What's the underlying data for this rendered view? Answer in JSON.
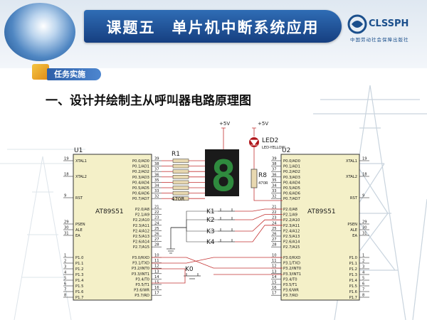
{
  "header": {
    "title": "课题五　单片机中断系统应用",
    "logo_text": "CLSSPH",
    "logo_sub": "中国劳动社会保障出版社"
  },
  "badge": {
    "label": "任务实施"
  },
  "heading": "一、设计并绘制主从呼叫器电路原理图",
  "schematic": {
    "u1": {
      "ref": "U1",
      "name": "AT89S51",
      "left_pins": [
        {
          "num": "19",
          "name": "XTAL1"
        },
        {
          "num": "18",
          "name": "XTAL2"
        },
        {
          "num": "9",
          "name": "RST"
        },
        {
          "num": "29",
          "name": "PSEN"
        },
        {
          "num": "30",
          "name": "ALE"
        },
        {
          "num": "31",
          "name": "EA"
        },
        {
          "num": "1",
          "name": "P1.0"
        },
        {
          "num": "2",
          "name": "P1.1"
        },
        {
          "num": "3",
          "name": "P1.2"
        },
        {
          "num": "4",
          "name": "P1.3"
        },
        {
          "num": "5",
          "name": "P1.4"
        },
        {
          "num": "6",
          "name": "P1.5"
        },
        {
          "num": "7",
          "name": "P1.6"
        },
        {
          "num": "8",
          "name": "P1.7"
        }
      ],
      "right_pins": [
        {
          "num": "39",
          "name": "P0.0/AD0"
        },
        {
          "num": "38",
          "name": "P0.1/AD1"
        },
        {
          "num": "37",
          "name": "P0.2/AD2"
        },
        {
          "num": "36",
          "name": "P0.3/AD3"
        },
        {
          "num": "35",
          "name": "P0.4/AD4"
        },
        {
          "num": "34",
          "name": "P0.5/AD5"
        },
        {
          "num": "33",
          "name": "P0.6/AD6"
        },
        {
          "num": "32",
          "name": "P0.7/AD7"
        },
        {
          "num": "21",
          "name": "P2.0/A8"
        },
        {
          "num": "22",
          "name": "P2.1/A9"
        },
        {
          "num": "23",
          "name": "P2.2/A10"
        },
        {
          "num": "24",
          "name": "P2.3/A11"
        },
        {
          "num": "25",
          "name": "P2.4/A12"
        },
        {
          "num": "26",
          "name": "P2.5/A13"
        },
        {
          "num": "27",
          "name": "P2.6/A14"
        },
        {
          "num": "28",
          "name": "P2.7/A15"
        },
        {
          "num": "10",
          "name": "P3.0/RXD"
        },
        {
          "num": "11",
          "name": "P3.1/TXD"
        },
        {
          "num": "12",
          "name": "P3.2/INT0"
        },
        {
          "num": "13",
          "name": "P3.3/INT1"
        },
        {
          "num": "14",
          "name": "P3.4/T0"
        },
        {
          "num": "15",
          "name": "P3.5/T1"
        },
        {
          "num": "16",
          "name": "P3.6/WR"
        },
        {
          "num": "17",
          "name": "P3.7/RD"
        }
      ]
    },
    "u2": {
      "ref": "U2",
      "name": "AT89S51",
      "left_pins": [
        {
          "num": "39",
          "name": "P0.0/AD0"
        },
        {
          "num": "38",
          "name": "P0.1/AD1"
        },
        {
          "num": "37",
          "name": "P0.2/AD2"
        },
        {
          "num": "36",
          "name": "P0.3/AD3"
        },
        {
          "num": "35",
          "name": "P0.4/AD4"
        },
        {
          "num": "34",
          "name": "P0.5/AD5"
        },
        {
          "num": "33",
          "name": "P0.6/AD6"
        },
        {
          "num": "32",
          "name": "P0.7/AD7"
        },
        {
          "num": "21",
          "name": "P2.0/A8"
        },
        {
          "num": "22",
          "name": "P2.1/A9"
        },
        {
          "num": "23",
          "name": "P2.2/A10"
        },
        {
          "num": "24",
          "name": "P2.3/A11"
        },
        {
          "num": "25",
          "name": "P2.4/A12"
        },
        {
          "num": "26",
          "name": "P2.5/A13"
        },
        {
          "num": "27",
          "name": "P2.6/A14"
        },
        {
          "num": "28",
          "name": "P2.7/A15"
        },
        {
          "num": "10",
          "name": "P3.0/RXD"
        },
        {
          "num": "11",
          "name": "P3.1/TXD"
        },
        {
          "num": "12",
          "name": "P3.2/INT0"
        },
        {
          "num": "13",
          "name": "P3.3/INT1"
        },
        {
          "num": "14",
          "name": "P3.4/T0"
        },
        {
          "num": "15",
          "name": "P3.5/T1"
        },
        {
          "num": "16",
          "name": "P3.6/WR"
        },
        {
          "num": "17",
          "name": "P3.7/RD"
        }
      ],
      "right_pins": [
        {
          "num": "19",
          "name": "XTAL1"
        },
        {
          "num": "18",
          "name": "XTAL2"
        },
        {
          "num": "9",
          "name": "RST"
        },
        {
          "num": "29",
          "name": "PSEN"
        },
        {
          "num": "30",
          "name": "ALE"
        },
        {
          "num": "31",
          "name": "EA"
        },
        {
          "num": "1",
          "name": "P1.0"
        },
        {
          "num": "2",
          "name": "P1.1"
        },
        {
          "num": "3",
          "name": "P1.2"
        },
        {
          "num": "4",
          "name": "P1.3"
        },
        {
          "num": "5",
          "name": "P1.4"
        },
        {
          "num": "6",
          "name": "P1.5"
        },
        {
          "num": "7",
          "name": "P1.6"
        },
        {
          "num": "8",
          "name": "P1.7"
        }
      ]
    },
    "r1": {
      "ref": "R1",
      "value": "470R"
    },
    "r8": {
      "ref": "R8",
      "value": "470R"
    },
    "led": {
      "ref": "LED2",
      "model": "LED-YELLOW"
    },
    "vcc_left": "+5V",
    "vcc_right": "+5V",
    "display_digit": "8",
    "keys": [
      "K1",
      "K2",
      "K3",
      "K4"
    ],
    "key0": "K0",
    "colors": {
      "title_bar": "#1f56a0",
      "display": "#1a1a1a",
      "segment": "#2f8a3e",
      "led": "#b0161b"
    }
  }
}
